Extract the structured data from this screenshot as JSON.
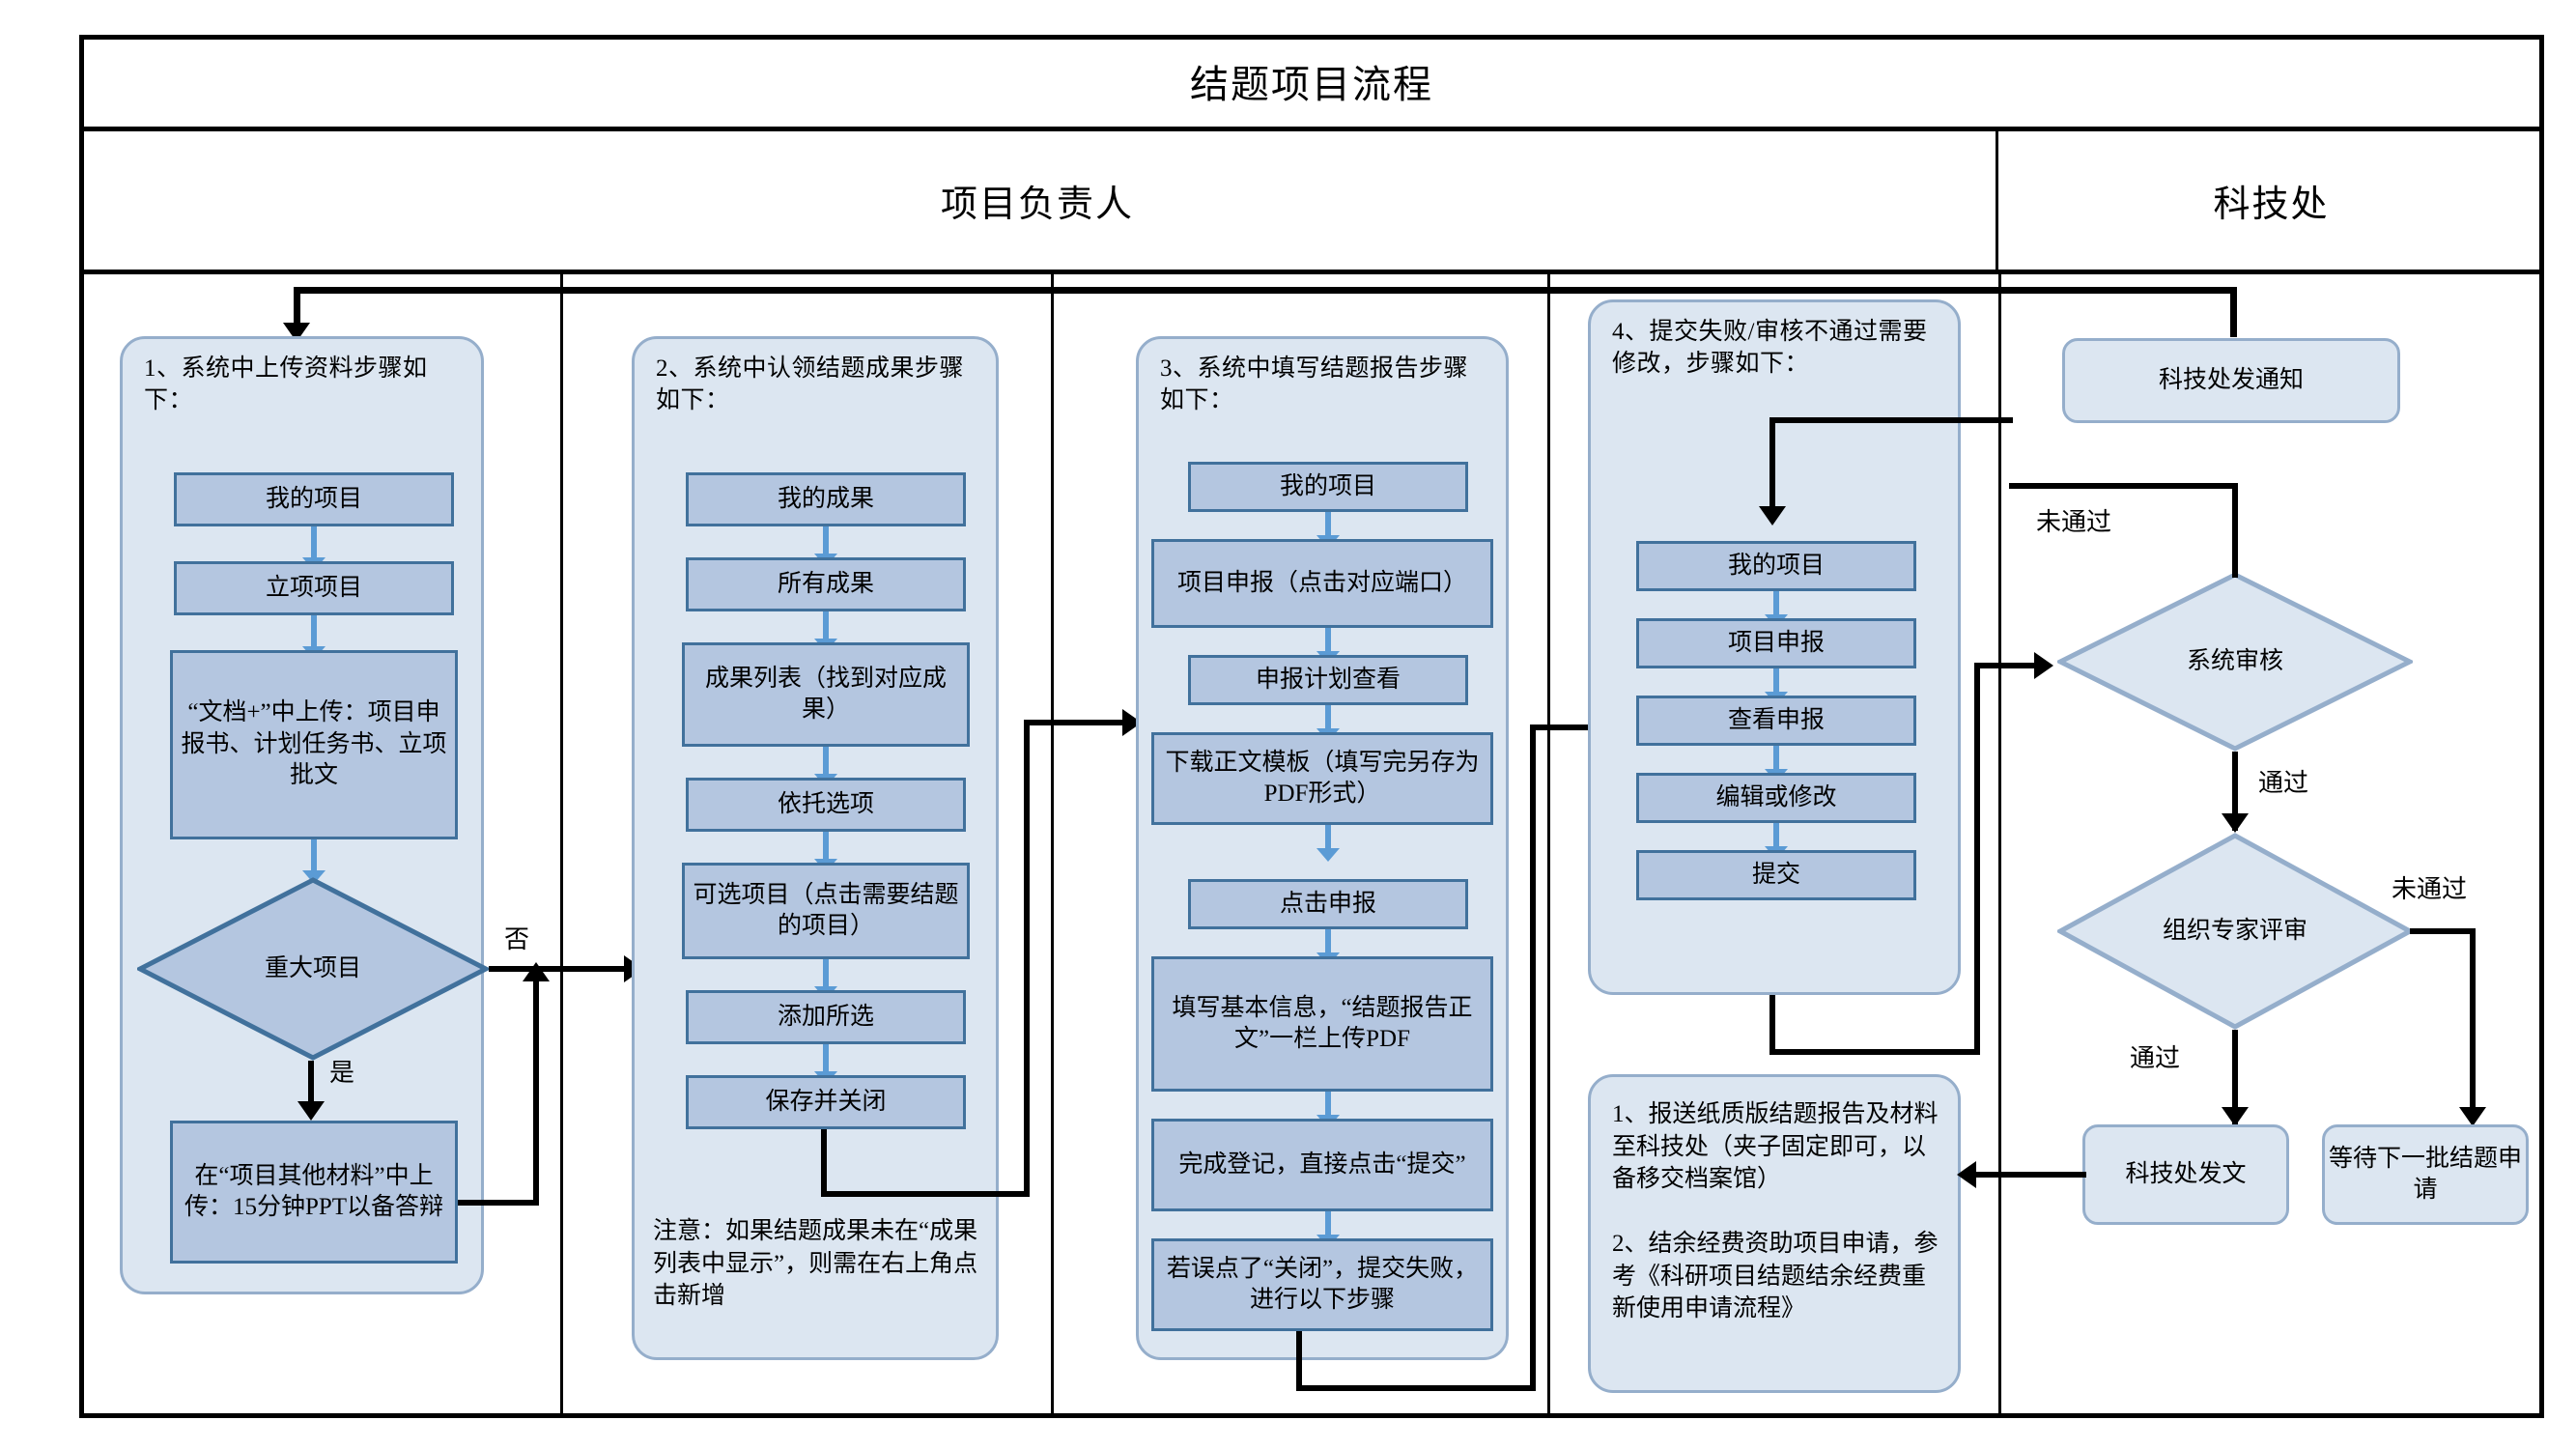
{
  "title": "结题项目流程",
  "lanes": [
    {
      "label": "项目负责人"
    },
    {
      "label": "科技处"
    }
  ],
  "groups": [
    {
      "id": "g1",
      "title": "1、系统中上传资料步骤如下：",
      "steps": [
        {
          "label": "我的项目"
        },
        {
          "label": "立项项目"
        },
        {
          "label": "“文档+”中上传：项目申报书、计划任务书、立项批文"
        }
      ],
      "decision": {
        "label": "重大项目"
      },
      "after_yes": {
        "label": "在“项目其他材料”中上传：15分钟PPT以备答辩"
      }
    },
    {
      "id": "g2",
      "title": "2、系统中认领结题成果步骤如下：",
      "steps": [
        {
          "label": "我的成果"
        },
        {
          "label": "所有成果"
        },
        {
          "label": "成果列表（找到对应成果）"
        },
        {
          "label": "依托选项"
        },
        {
          "label": "可选项目（点击需要结题的项目）"
        },
        {
          "label": "添加所选"
        },
        {
          "label": "保存并关闭"
        }
      ],
      "note": "注意：如果结题成果未在“成果列表中显示”，则需在右上角点击新增"
    },
    {
      "id": "g3",
      "title": "3、系统中填写结题报告步骤如下：",
      "steps": [
        {
          "label": "我的项目"
        },
        {
          "label": "项目申报（点击对应端口）"
        },
        {
          "label": "申报计划查看"
        },
        {
          "label": "下载正文模板（填写完另存为PDF形式）"
        },
        {
          "label": "点击申报"
        },
        {
          "label": "填写基本信息，“结题报告正文”一栏上传PDF"
        },
        {
          "label": "完成登记，直接点击“提交”"
        },
        {
          "label": "若误点了“关闭”，提交失败，进行以下步骤"
        }
      ]
    },
    {
      "id": "g4",
      "title": "4、提交失败/审核不通过需要修改，步骤如下：",
      "steps": [
        {
          "label": "我的项目"
        },
        {
          "label": "项目申报"
        },
        {
          "label": "查看申报"
        },
        {
          "label": "编辑或修改"
        },
        {
          "label": "提交"
        }
      ]
    },
    {
      "id": "g5",
      "note": "1、报送纸质版结题报告及材料至科技处（夹子固定即可，以备移交档案馆）\n\n2、结余经费资助项目申请，参考《科研项目结题结余经费重新使用申请流程》"
    }
  ],
  "right_lane": {
    "notice_box": "科技处发通知",
    "decision_system": "系统审核",
    "decision_expert": "组织专家评审",
    "result_pass_box": "科技处发文",
    "result_fail_box": "等待下一批结题申请"
  },
  "edge_labels": {
    "no": "否",
    "yes": "是",
    "not_passed_1": "未通过",
    "passed_1": "通过",
    "not_passed_2": "未通过",
    "passed_2": "通过"
  },
  "colors": {
    "box_fill": "#b4c6e0",
    "box_border": "#41719c",
    "group_fill": "#dce6f1",
    "group_border": "#95aecb",
    "arrow_blue": "#5b9bd5",
    "connector_black": "#000000"
  }
}
